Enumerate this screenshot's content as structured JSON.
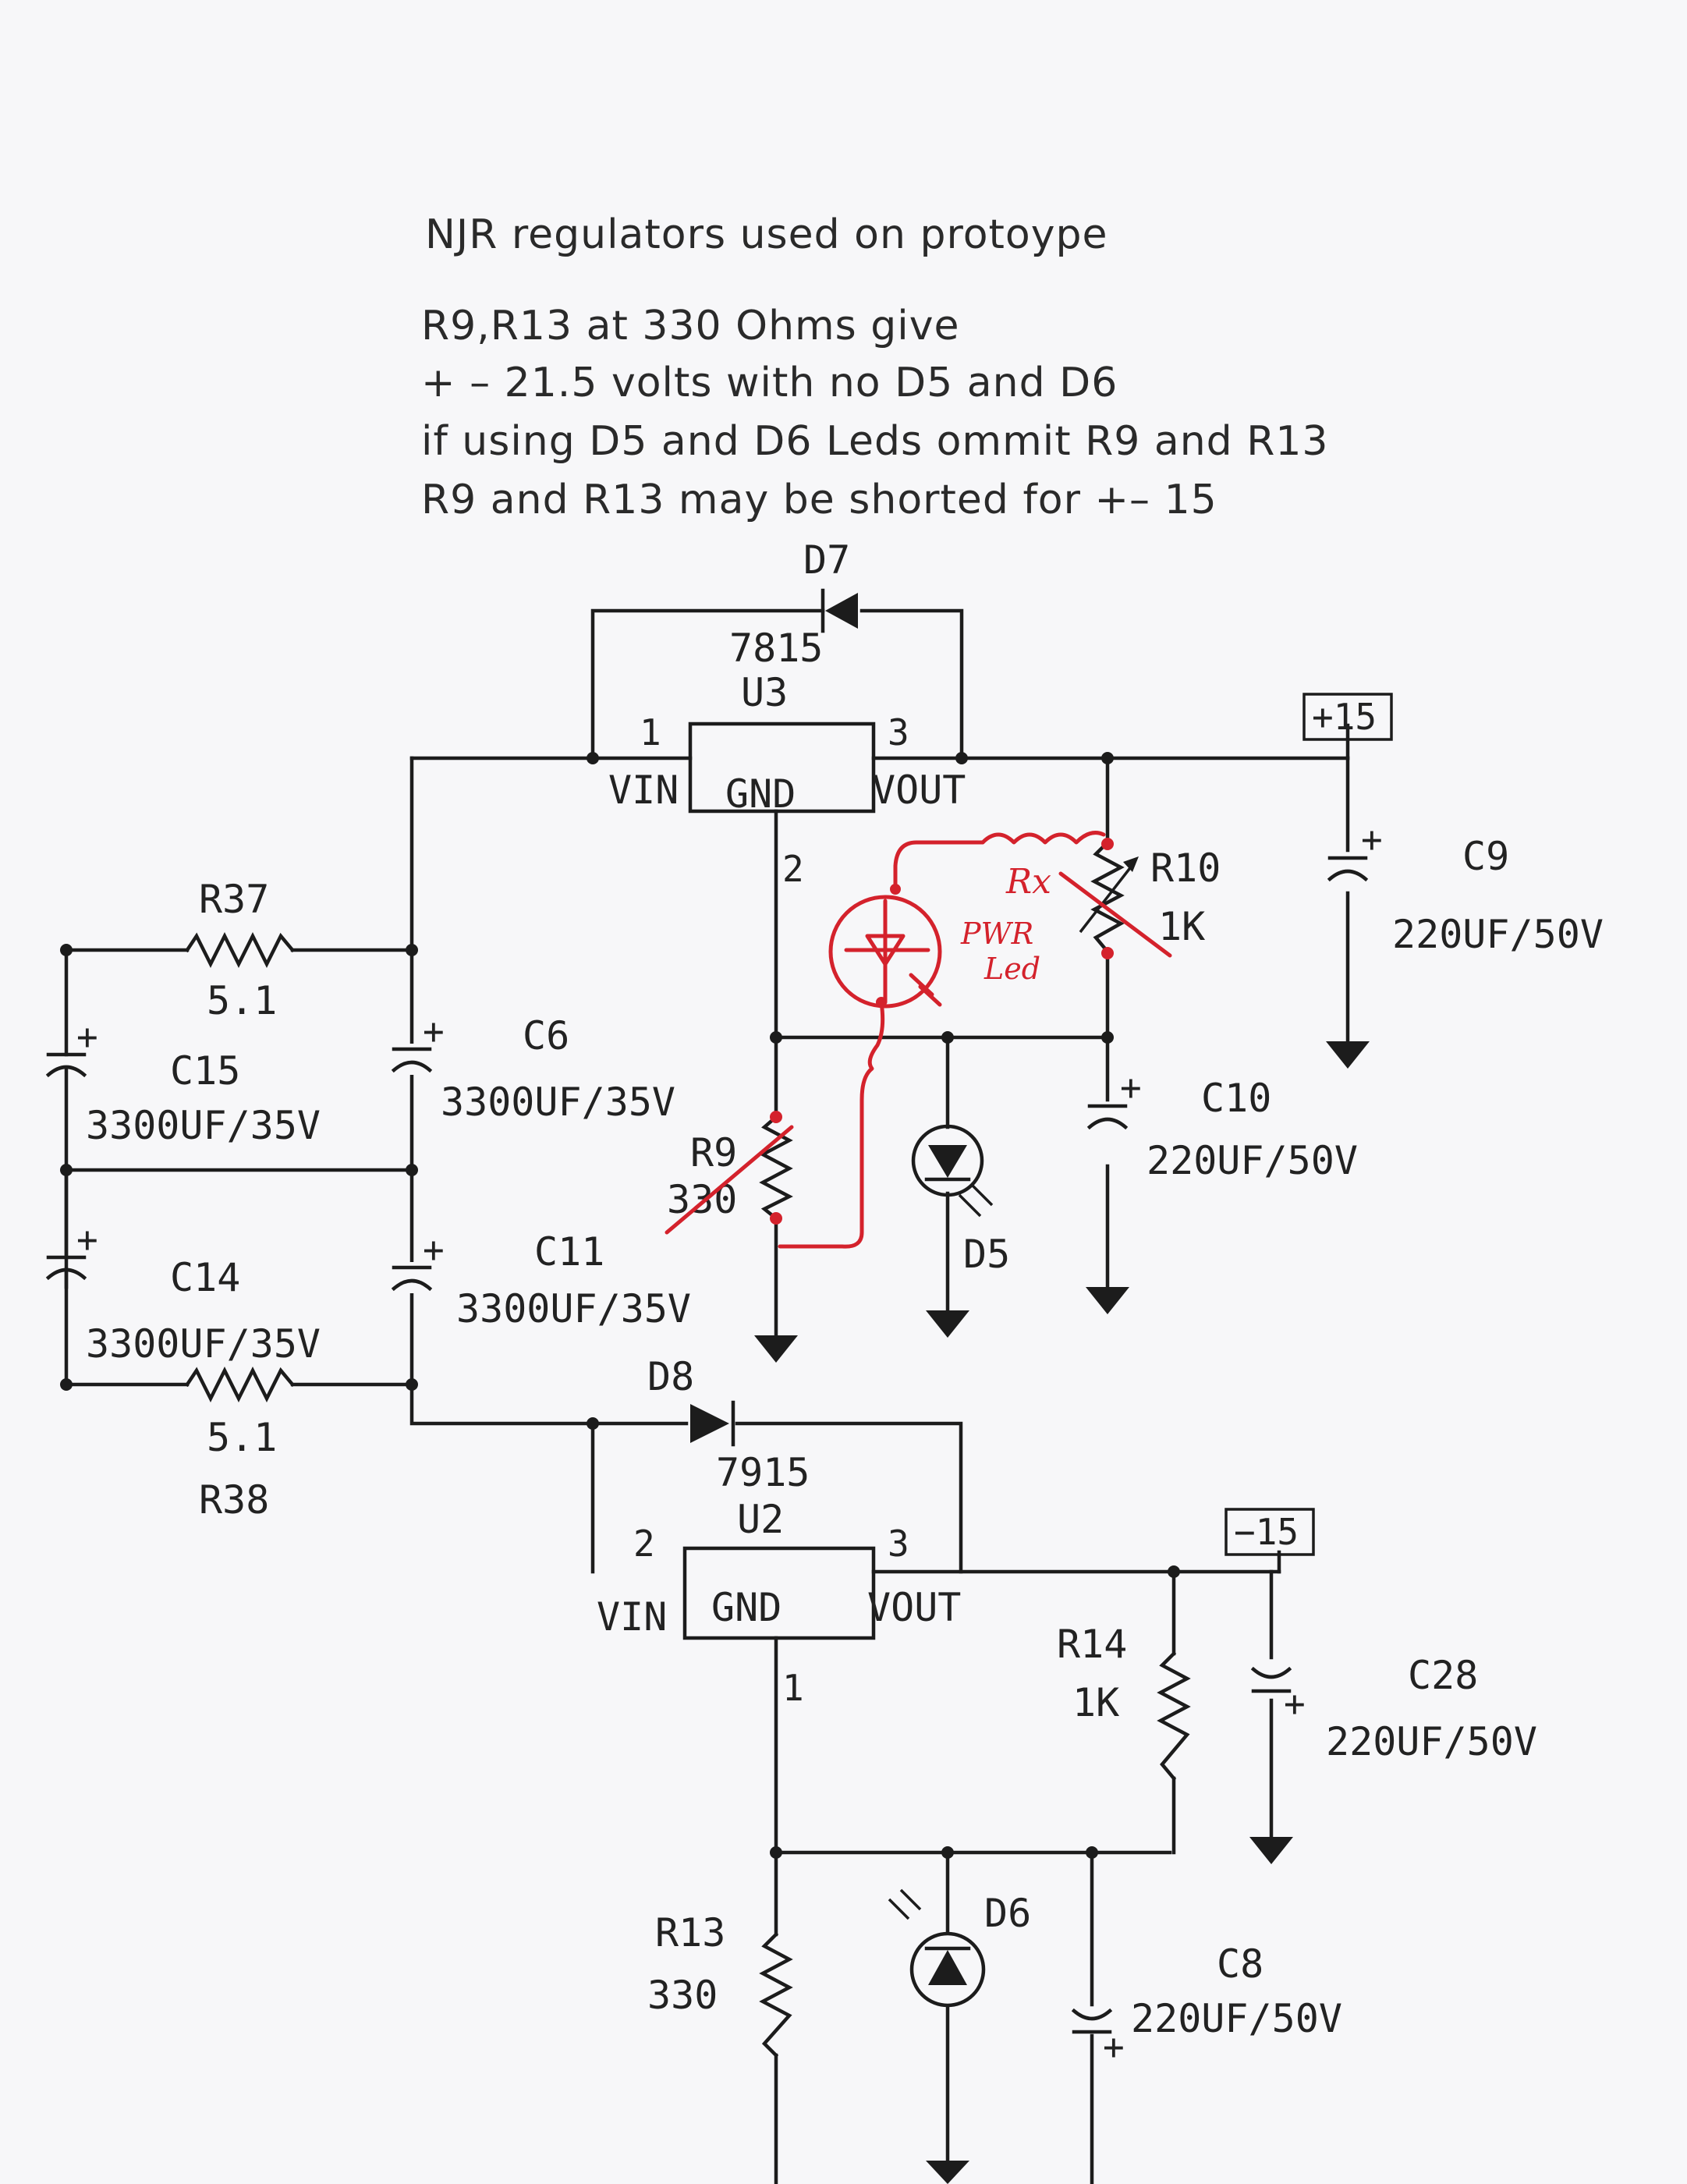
{
  "notes": {
    "line1": "NJR regulators used on protoype",
    "line2": "R9,R13 at 330 Ohms give",
    "line3": "+ – 21.5 volts with no D5 and D6",
    "line4": "if using D5 and D6 Leds ommit R9 and R13",
    "line5": "R9 and R13 may be shorted for +– 15"
  },
  "regulators": {
    "u3": {
      "part": "7815",
      "ref": "U3",
      "pin_in": "1",
      "pin_out": "3",
      "pin_gnd": "2",
      "vin": "VIN",
      "gnd": "GND",
      "vout": "VOUT"
    },
    "u2": {
      "part": "7915",
      "ref": "U2",
      "pin_in": "2",
      "pin_out": "3",
      "pin_gnd": "1",
      "vin": "VIN",
      "gnd": "GND",
      "vout": "VOUT"
    }
  },
  "diodes": {
    "d7": "D7",
    "d8": "D8",
    "d5": "D5",
    "d6": "D6"
  },
  "rails": {
    "pos": "+15",
    "neg": "−15"
  },
  "resistors": {
    "r37": {
      "ref": "R37",
      "value": "5.1"
    },
    "r38": {
      "ref": "R38",
      "value": "5.1"
    },
    "r10": {
      "ref": "R10",
      "value": "1K"
    },
    "r9": {
      "ref": "R9",
      "value": "330"
    },
    "r14": {
      "ref": "R14",
      "value": "1K"
    },
    "r13": {
      "ref": "R13",
      "value": "330"
    }
  },
  "capacitors": {
    "c15": {
      "ref": "C15",
      "value": "3300UF/35V"
    },
    "c14": {
      "ref": "C14",
      "value": "3300UF/35V"
    },
    "c6": {
      "ref": "C6",
      "value": "3300UF/35V"
    },
    "c11": {
      "ref": "C11",
      "value": "3300UF/35V"
    },
    "c9": {
      "ref": "C9",
      "value": "220UF/50V"
    },
    "c10": {
      "ref": "C10",
      "value": "220UF/50V"
    },
    "c28": {
      "ref": "C28",
      "value": "220UF/50V"
    },
    "c8": {
      "ref": "C8",
      "value": "220UF/50V"
    }
  },
  "handwritten": {
    "rx": "Rx",
    "pwr": "PWR",
    "led": "Led"
  },
  "colors": {
    "ink": "#1c1c1c",
    "red_pen": "#d4222c",
    "paper": "#f7f7f9"
  }
}
